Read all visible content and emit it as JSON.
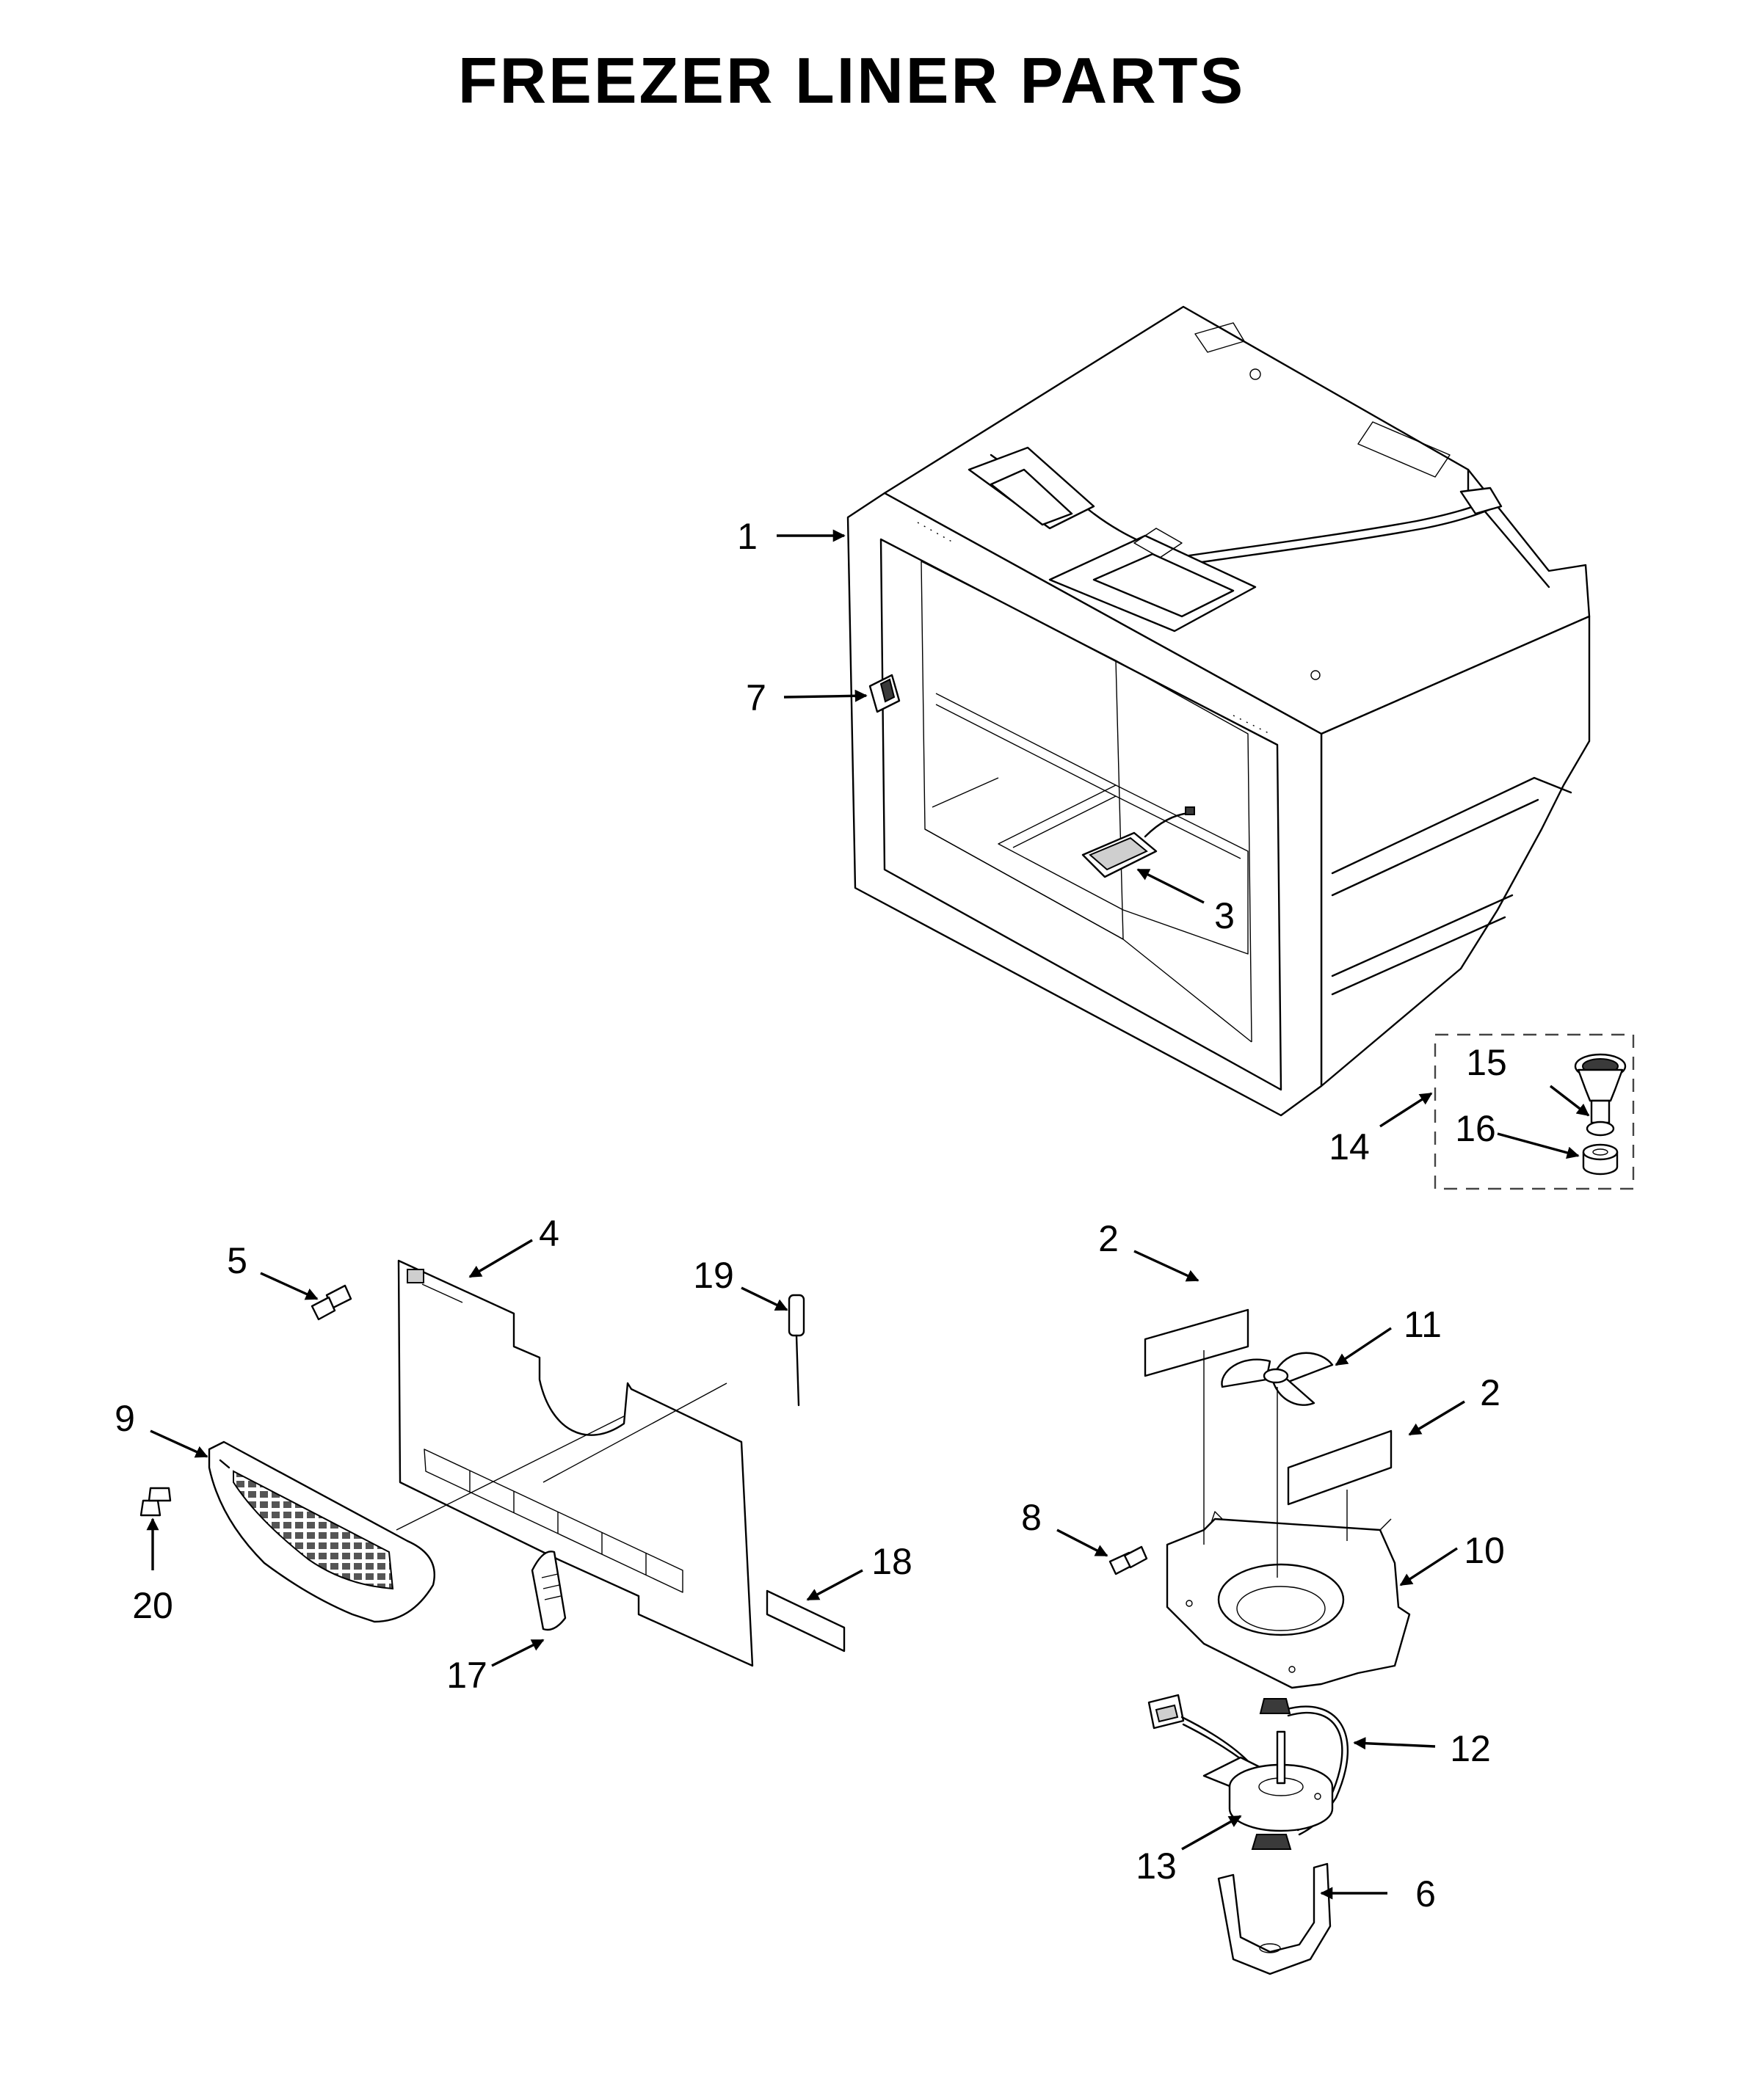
{
  "title": "FREEZER LINER PARTS",
  "callouts": {
    "c1": "1",
    "c2a": "2",
    "c2b": "2",
    "c3": "3",
    "c4": "4",
    "c5": "5",
    "c6": "6",
    "c7": "7",
    "c8": "8",
    "c9": "9",
    "c10": "10",
    "c11": "11",
    "c12": "12",
    "c13": "13",
    "c14": "14",
    "c15": "15",
    "c16": "16",
    "c17": "17",
    "c18": "18",
    "c19": "19",
    "c20": "20"
  },
  "colors": {
    "line": "#000000",
    "background": "#ffffff"
  }
}
